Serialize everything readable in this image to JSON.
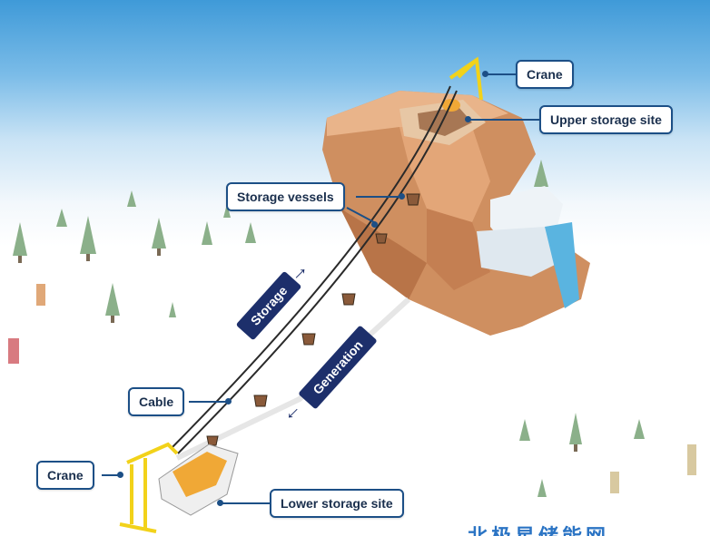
{
  "labels": {
    "crane_top": "Crane",
    "upper_storage": "Upper storage site",
    "storage_vessels": "Storage vessels",
    "cable": "Cable",
    "crane_bottom": "Crane",
    "lower_storage": "Lower storage site"
  },
  "flows": {
    "storage": "Storage",
    "generation": "Generation"
  },
  "watermark": "北极星储能网",
  "colors": {
    "accent": "#1c4f86",
    "flow_badge": "#1d2f6b",
    "crane": "#f2d21a",
    "rock": "#d99a6c",
    "storage_material": "#f0a836",
    "water": "#5ab4e0"
  }
}
